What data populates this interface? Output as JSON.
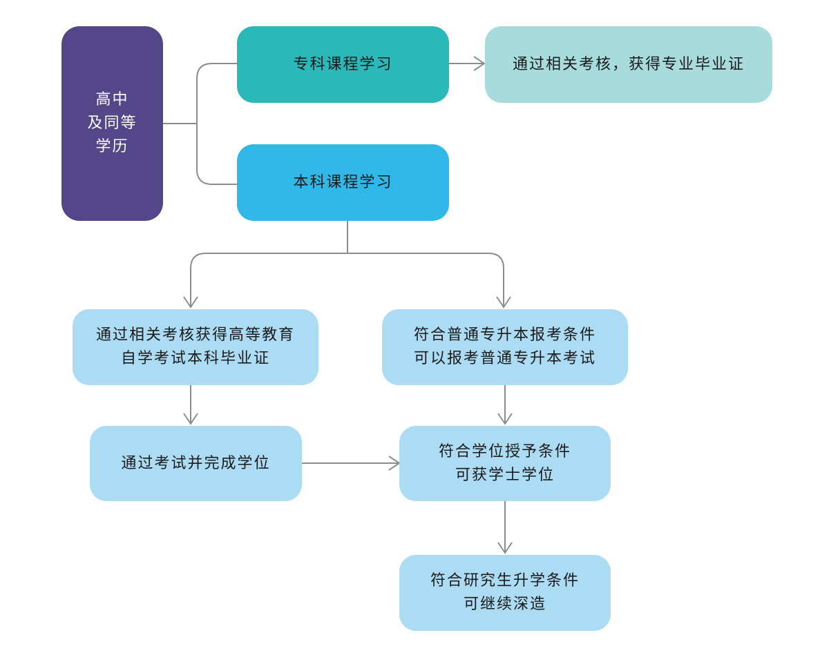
{
  "nodes": {
    "start": [
      "高中",
      "及同等",
      "学历"
    ],
    "zhuanke_study": "专科课程学习",
    "zhuanke_result": "通过相关考核，获得专业毕业证",
    "benke_study": "本科课程学习",
    "selfstudy_cert": [
      "通过相关考核获得高等教育",
      "自学考试本科毕业证"
    ],
    "zhuanshengben": [
      "符合普通专升本报考条件",
      "可以报考普通专升本考试"
    ],
    "exam_degree": "通过考试并完成学位",
    "bachelor_degree": [
      "符合学位授予条件",
      "可获学士学位"
    ],
    "graduate_study": [
      "符合研究生升学条件",
      "可继续深造"
    ]
  },
  "colors": {
    "start": "#544789",
    "zhuanke_study": "#2bb8b8",
    "zhuanke_result": "#a8dcdc",
    "benke_study": "#30b9e8",
    "light_nodes": "#acdcf4",
    "connector": "#8c8c8c"
  }
}
